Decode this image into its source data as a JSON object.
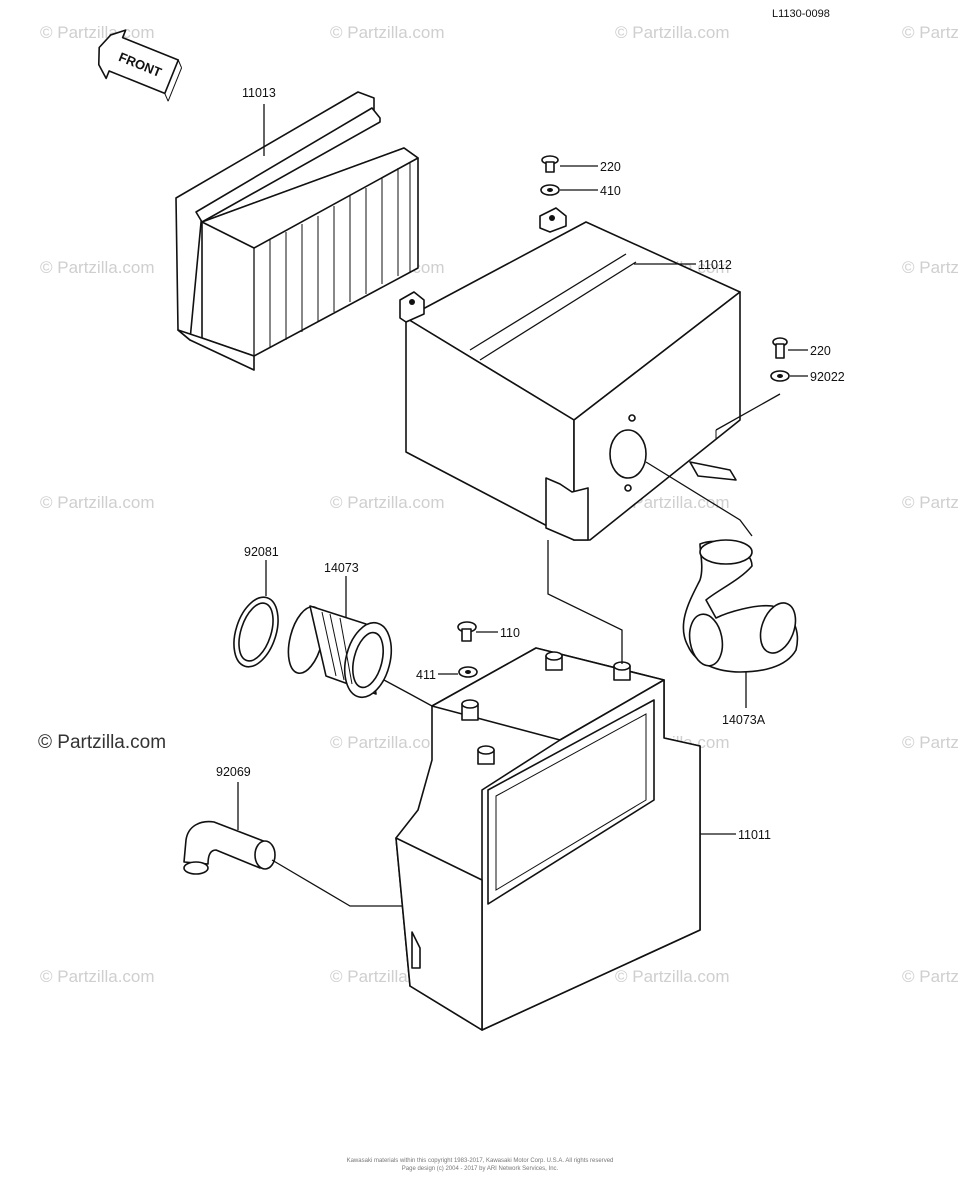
{
  "diagram_id": "L1130-0098",
  "front_label": "FRONT",
  "watermark_text": "© Partzilla.com",
  "parts": {
    "p11013": "11013",
    "p220a": "220",
    "p410": "410",
    "p11012": "11012",
    "p220b": "220",
    "p92022": "92022",
    "p92081": "92081",
    "p14073": "14073",
    "p110": "110",
    "p411": "411",
    "p14073A": "14073A",
    "p92069": "92069",
    "p11011": "11011"
  },
  "footer": {
    "line1": "Kawasaki materials within this copyright 1983-2017, Kawasaki Motor Corp. U.S.A. All rights reserved",
    "line2": "Page design (c) 2004 - 2017 by ARI Network Services, Inc."
  },
  "colors": {
    "line": "#111111",
    "watermark": "#cfcfcf",
    "background": "#ffffff"
  }
}
